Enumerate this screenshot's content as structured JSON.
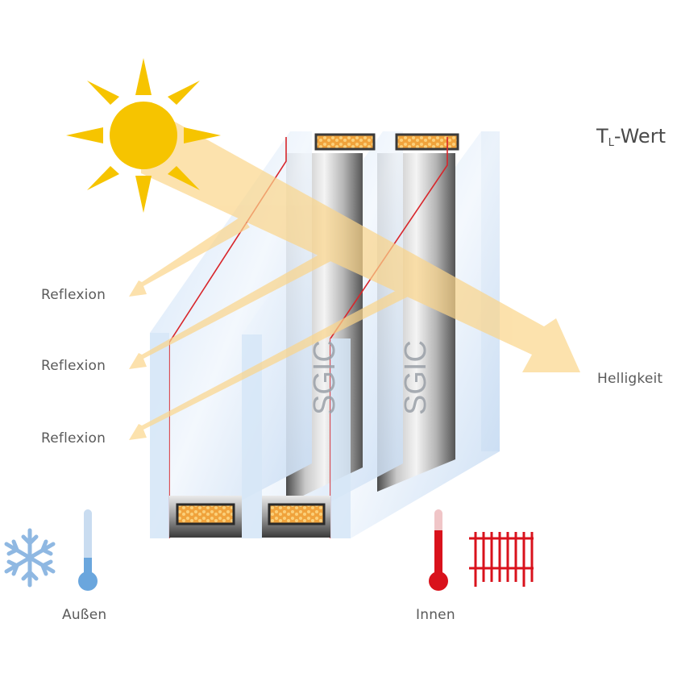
{
  "title": {
    "main": "T",
    "sub": "L",
    "rest": "-Wert"
  },
  "labels": {
    "reflexion_1": "Reflexion",
    "reflexion_2": "Reflexion",
    "reflexion_3": "Reflexion",
    "helligkeit": "Helligkeit",
    "aussen": "Außen",
    "innen": "Innen"
  },
  "spacer_text": {
    "left": "SGIC",
    "right": "SGIC"
  },
  "colors": {
    "sun": "#f6c400",
    "light_beam": "#fbd98a",
    "glass": "#d6e6f7",
    "coating": "#d8262b",
    "cold": "#8fb8e2",
    "warm": "#d9121c"
  },
  "icons": {
    "sun": "sun-icon",
    "outside_cold": "snowflake-icon",
    "outside_thermometer": "thermometer-cold-icon",
    "inside_thermometer": "thermometer-warm-icon",
    "inside_heating": "radiator-icon"
  }
}
